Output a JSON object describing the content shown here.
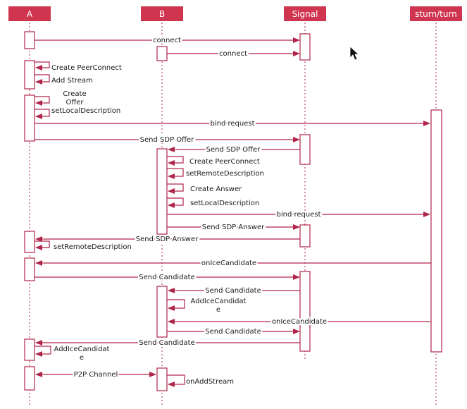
{
  "theme": {
    "line_color": "#b0264b",
    "header_bg": "#d0354f",
    "header_text": "#ffffff",
    "activation_fill": "#ffffff"
  },
  "participants": [
    {
      "id": "A",
      "label": "A"
    },
    {
      "id": "B",
      "label": "B"
    },
    {
      "id": "S",
      "label": "Signal"
    },
    {
      "id": "T",
      "label": "sturn/turn"
    }
  ],
  "messages": [
    {
      "text": "connect"
    },
    {
      "text": "connect"
    },
    {
      "text": "Create PeerConnect"
    },
    {
      "text": "Add Stream"
    },
    {
      "text": "Create Offer"
    },
    {
      "text": "setLocalDescription"
    },
    {
      "text": "bind request"
    },
    {
      "text": "Send SDP Offer"
    },
    {
      "text": "Send SDP Offer"
    },
    {
      "text": "Create PeerConnect"
    },
    {
      "text": "setRemoteDescription"
    },
    {
      "text": "Create Answer"
    },
    {
      "text": "setLocalDescription"
    },
    {
      "text": "bind request"
    },
    {
      "text": "Send SDP Answer"
    },
    {
      "text": "Send SDP Answer"
    },
    {
      "text": "setRemoteDescription"
    },
    {
      "text": "onIceCandidate"
    },
    {
      "text": "Send Candidate"
    },
    {
      "text": "Send Candidate"
    },
    {
      "text": "AddIceCandidate"
    },
    {
      "text": "onIceCandidate"
    },
    {
      "text": "Send Candidate"
    },
    {
      "text": "Send Candidate"
    },
    {
      "text": "AddIceCandidate"
    },
    {
      "text": "P2P Channel"
    },
    {
      "text": "onAddStream"
    }
  ]
}
